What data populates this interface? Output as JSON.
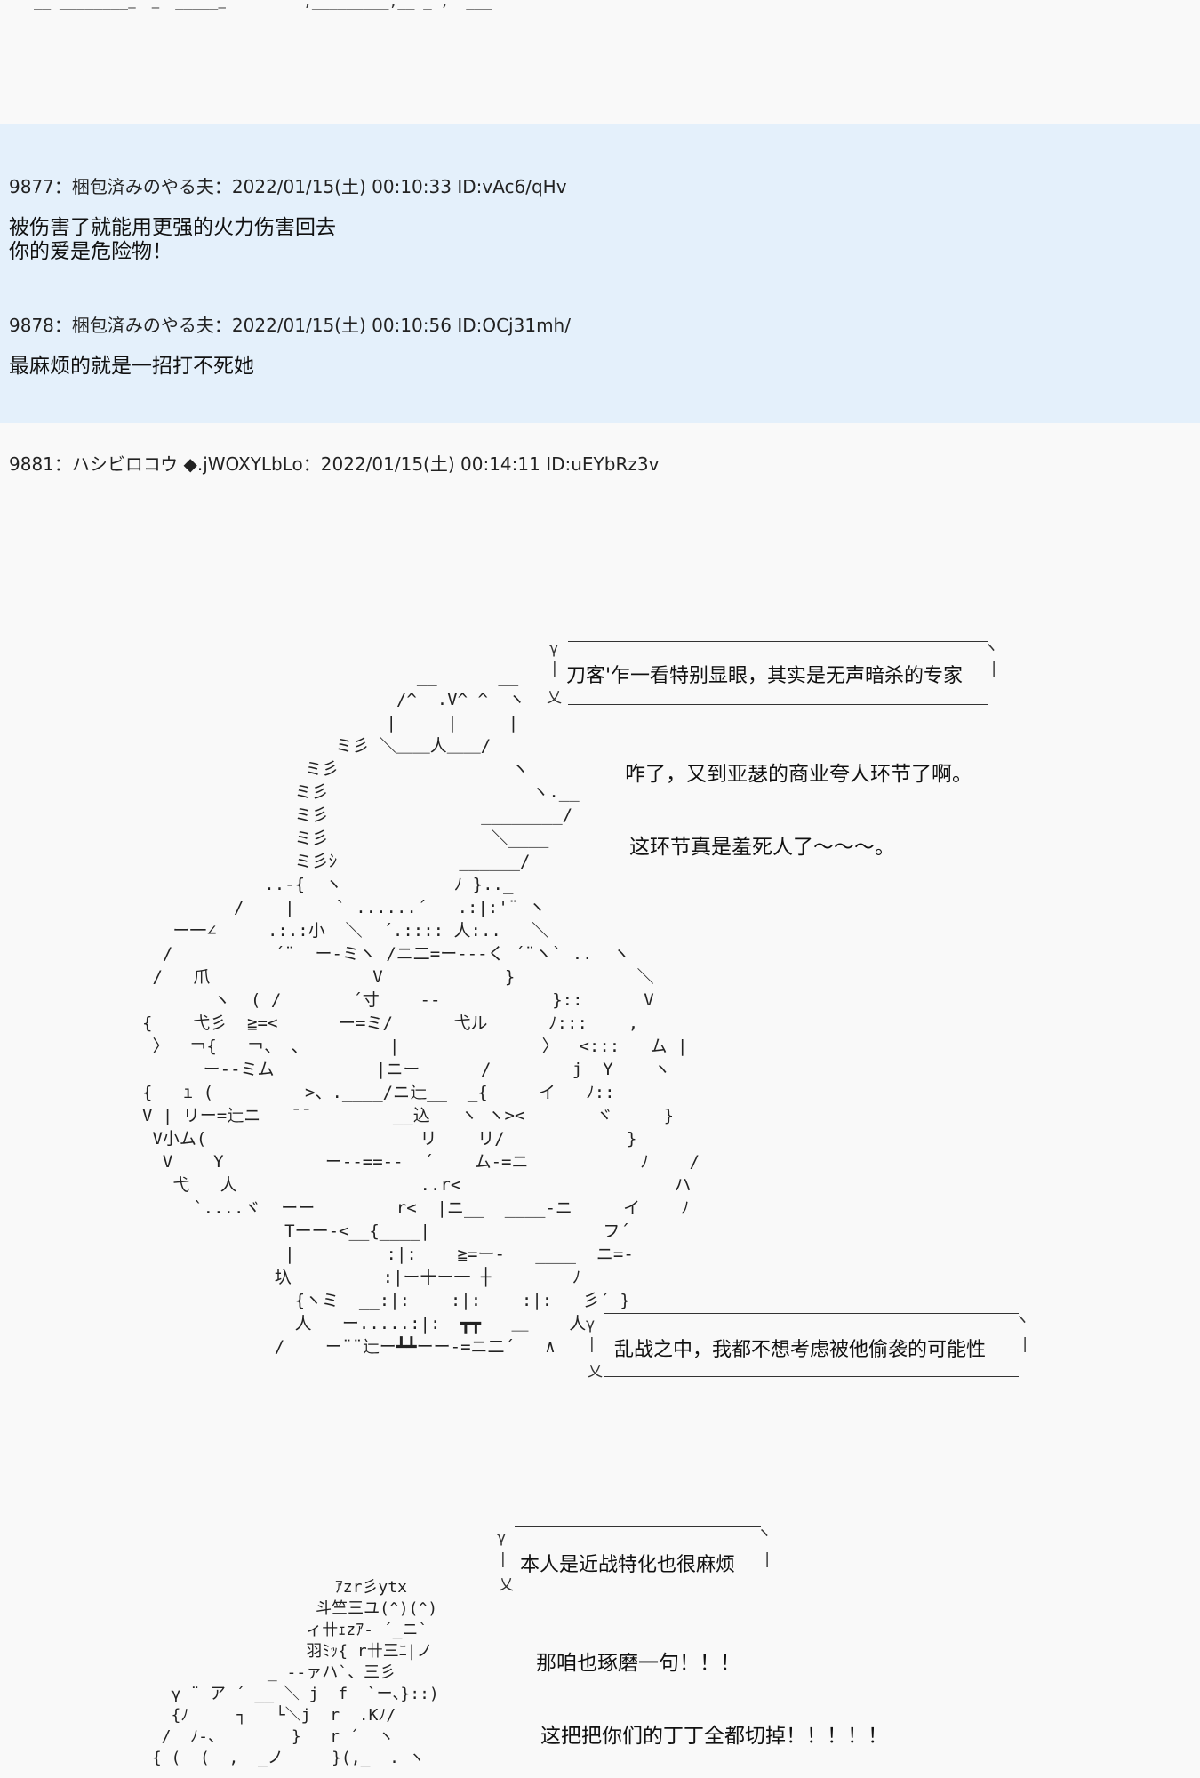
{
  "top_fragment": "ﾞ__ _________ﾞ _ﾞ ______ﾞ        ﾞ,_________,__ _ ,  ___",
  "posts": [
    {
      "header": "9877：梱包済みのやる夫：2022/01/15(土) 00:10:33 ID:vAc6/qHv",
      "lines": [
        "被伤害了就能用更强的火力伤害回去",
        "你的爱是危险物！"
      ]
    },
    {
      "header": "9878：梱包済みのやる夫：2022/01/15(土) 00:10:56 ID:OCj31mh/",
      "lines": [
        "最麻烦的就是一招打不死她"
      ]
    },
    {
      "header": "9881：ハシビロコウ ◆.jWOXYLbLo：2022/01/15(土) 00:14:11 ID:uEYbRz3v",
      "lines": []
    }
  ],
  "bubbles": [
    {
      "text": "刀客'乍一看特别显眼，其实是无声暗杀的专家"
    },
    {
      "text": "乱战之中，我都不想考虑被他偷袭的可能性"
    },
    {
      "text": "本人是近战特化也很麻烦"
    }
  ],
  "captions": [
    "咋了，又到亚瑟的商业夸人环节了啊。",
    "这环节真是羞死人了～～～。",
    "那咱也琢磨一句！！！",
    "这把把你们的丁丁全都切掉！！！！！"
  ],
  "bubble_glyphs": {
    "open": "ヽ",
    "start": "γ",
    "end": "乂",
    "bar": "|"
  },
  "ascii_art": [
    "                           __      __\n                         /^  .V^ ^  ヽ\n                        |     |     |\n                   ミ彡 ＼＿＿人＿＿/\n                ミ彡                 ヽ\n               ミ彡                    ヽ.__\n               ミ彡               ________/\n               ミ彡                ＼____\n               ミ彡ｼ            ______/\n            ..-{  ヽ           ﾉ }.._\n         /    |    ` ......´   .:|:'¨ ヽ\n   ー一∠     .:.:小  ＼  ´.:::: 人:..   ＼\n  /          ´¨  ー-ミヽ /ニ二=ー‐‐‐く ´¨ヽ` ..  ヽ\n /   爪                V            }            ＼\n       ヽ  ( /       ´寸    ‐‐           }::      V\n{    弋彡  ≧=<      ー=ミ/      弋ル      ﾉ:::    ,\n 〉  ￢{   ￢、 、        |              〉  <:::   ム |\n      ー‐‐ミム          |ニー      /        j  Y    ヽ\n{   ı (         >、.____/ニ辷__  _{     イ   ﾉ::\nV | リー=辷ニ   ̄ ̄         __込   ヽ ヽ><       ヾ     }\n V小ム(                     リ    リ/            }\n  V    Y          ー-‐==-‐  ´    ム-=ニ           ﾉ    /\n   弋   人                  ..r<                     ハ\n     `....ヾ  ーー        r<  |ニ__  ____-ニ     イ    ﾉ\n              Tーー‐<__{____|                 フ´\n              |         :|:    ≧=ー‐   ____  ニ=-\n             圦         :|ー十ー一 ┼        ﾉ\n               {ヽミ  __:|:    :|:    :|:   彡´ }\n               人   ー.....:|:  ┳┳   ＿    人\n             /    ー¨¨辷ー┻┻ーー-=ニ二´   ∧",
    "                    ｱzr彡ytx\n                  斗竺三ユ(^)(^)\n                 ィ卄ｪzｱ- ´_ニ`\n                 羽ﾐｯ{ r卄三ﾆ|ノ\n             _ -‐ァハ`、三彡\n   γ ¨ ア ´ __ ＼ j  f  `ー、}::)\n   {ﾉ     ┐   └＼j  r  .Kﾉ/\n  /  ﾉ‐、       }   r ´  ヽ\n { (  (  ,  _ノ     }(,_  . ヽ"
  ]
}
